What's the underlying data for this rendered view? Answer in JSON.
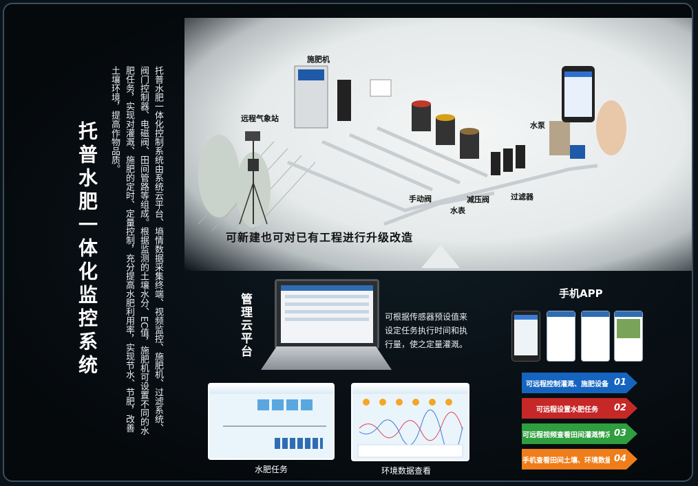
{
  "title": "托普水肥一体化监控系统",
  "description": "托普水肥一体化控制系统由系统云平台、墒情数据采集终端、视频监控、施肥机、过滤系统、阀门控制器、电磁阀、田间管路等组成。根据监测的土壤水分、EC值，施肥机可设置不同的水肥任务，实现对灌溉、施肥的定时、定量控制，充分提高水肥利用率，实现节水、节肥，改善土壤环境，提高作物品质。",
  "diagram_labels": {
    "fertilizer_machine": "施肥机",
    "weather_station": "远程气象站",
    "pump": "水泵",
    "manual_valve": "手动阀",
    "water_meter": "水表",
    "pressure_valve": "减压阀",
    "filter": "过滤器"
  },
  "slogan": "可新建也可对已有工程进行升级改造",
  "cloud_platform": {
    "label": "管理云平台",
    "desc": "可根据传感器预设值来设定任务执行时间和执行量，使之定量灌溉。"
  },
  "app_title": "手机APP",
  "screens": {
    "task_caption": "水肥任务",
    "env_caption": "环境数据查看"
  },
  "features": [
    {
      "text": "可远程控制灌溉、施肥设备",
      "num": "01",
      "color": "#1565c0"
    },
    {
      "text": "可远程设置水肥任务",
      "num": "02",
      "color": "#c62828"
    },
    {
      "text": "可远程视频查看田间灌溉情况",
      "num": "03",
      "color": "#2e9e3e"
    },
    {
      "text": "手机查看田间土壤、环境数据",
      "num": "04",
      "color": "#ef7d1a"
    }
  ]
}
